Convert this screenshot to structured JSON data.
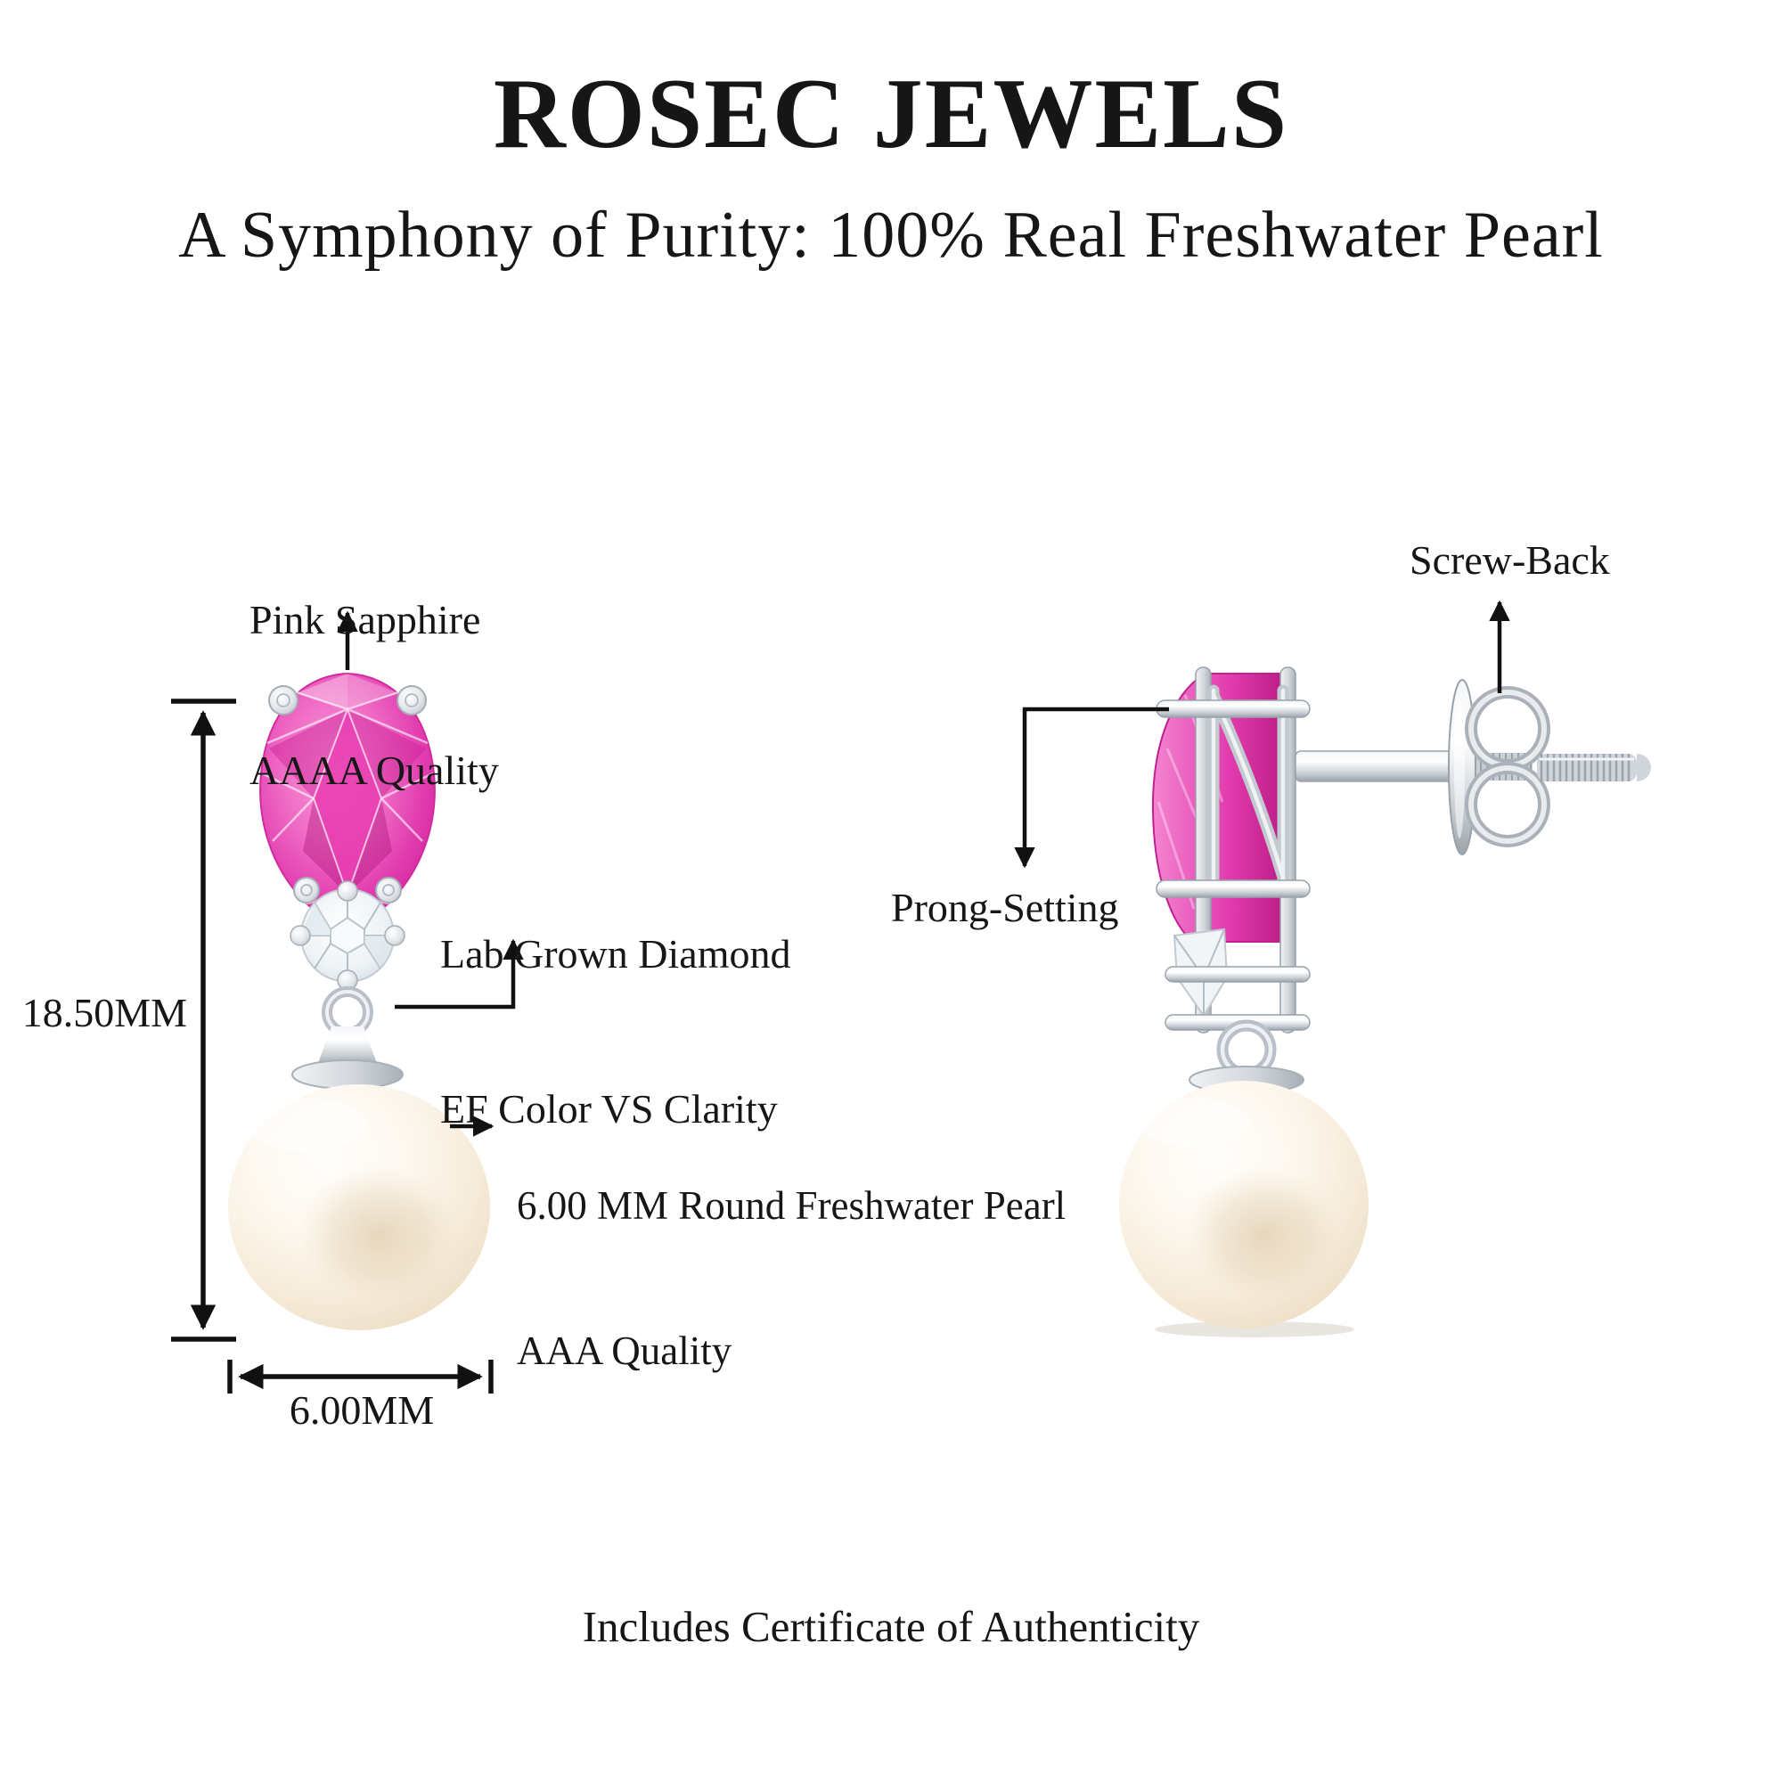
{
  "colors": {
    "bg": "#ffffff",
    "text": "#161616",
    "annotation": "#111111",
    "sapphire-base": "#ef5fc0",
    "sapphire-deep": "#c91f94",
    "sapphire-dark": "#ad1179",
    "sapphire-light": "#f9a8dd",
    "diamond-base": "#f3f7f9",
    "diamond-facet": "#aebac4",
    "metal-light": "#f2f5f7",
    "metal-mid": "#c6ccd2",
    "metal-dark": "#9aa2aa",
    "pearl-light": "#fffefb",
    "pearl-mid": "#f5e9d8",
    "pearl-shade": "#dfc9a8"
  },
  "header": {
    "brand": "ROSEC JEWELS",
    "tagline": "A Symphony of Purity: 100% Real Freshwater Pearl"
  },
  "callouts": {
    "sapphire": {
      "line1": "Pink Sapphire",
      "line2": "AAAA Quality"
    },
    "diamond": {
      "line1": "Lab Grown Diamond",
      "line2": "EF Color VS Clarity"
    },
    "pearl": {
      "line1": "6.00 MM Round Freshwater Pearl",
      "line2": "AAA Quality"
    },
    "screw_back": {
      "label": "Screw-Back"
    },
    "prong_setting": {
      "label": "Prong-Setting"
    }
  },
  "measurements": {
    "height": "18.50MM",
    "width": "6.00MM"
  },
  "footer": {
    "note": "Includes Certificate of Authenticity"
  }
}
